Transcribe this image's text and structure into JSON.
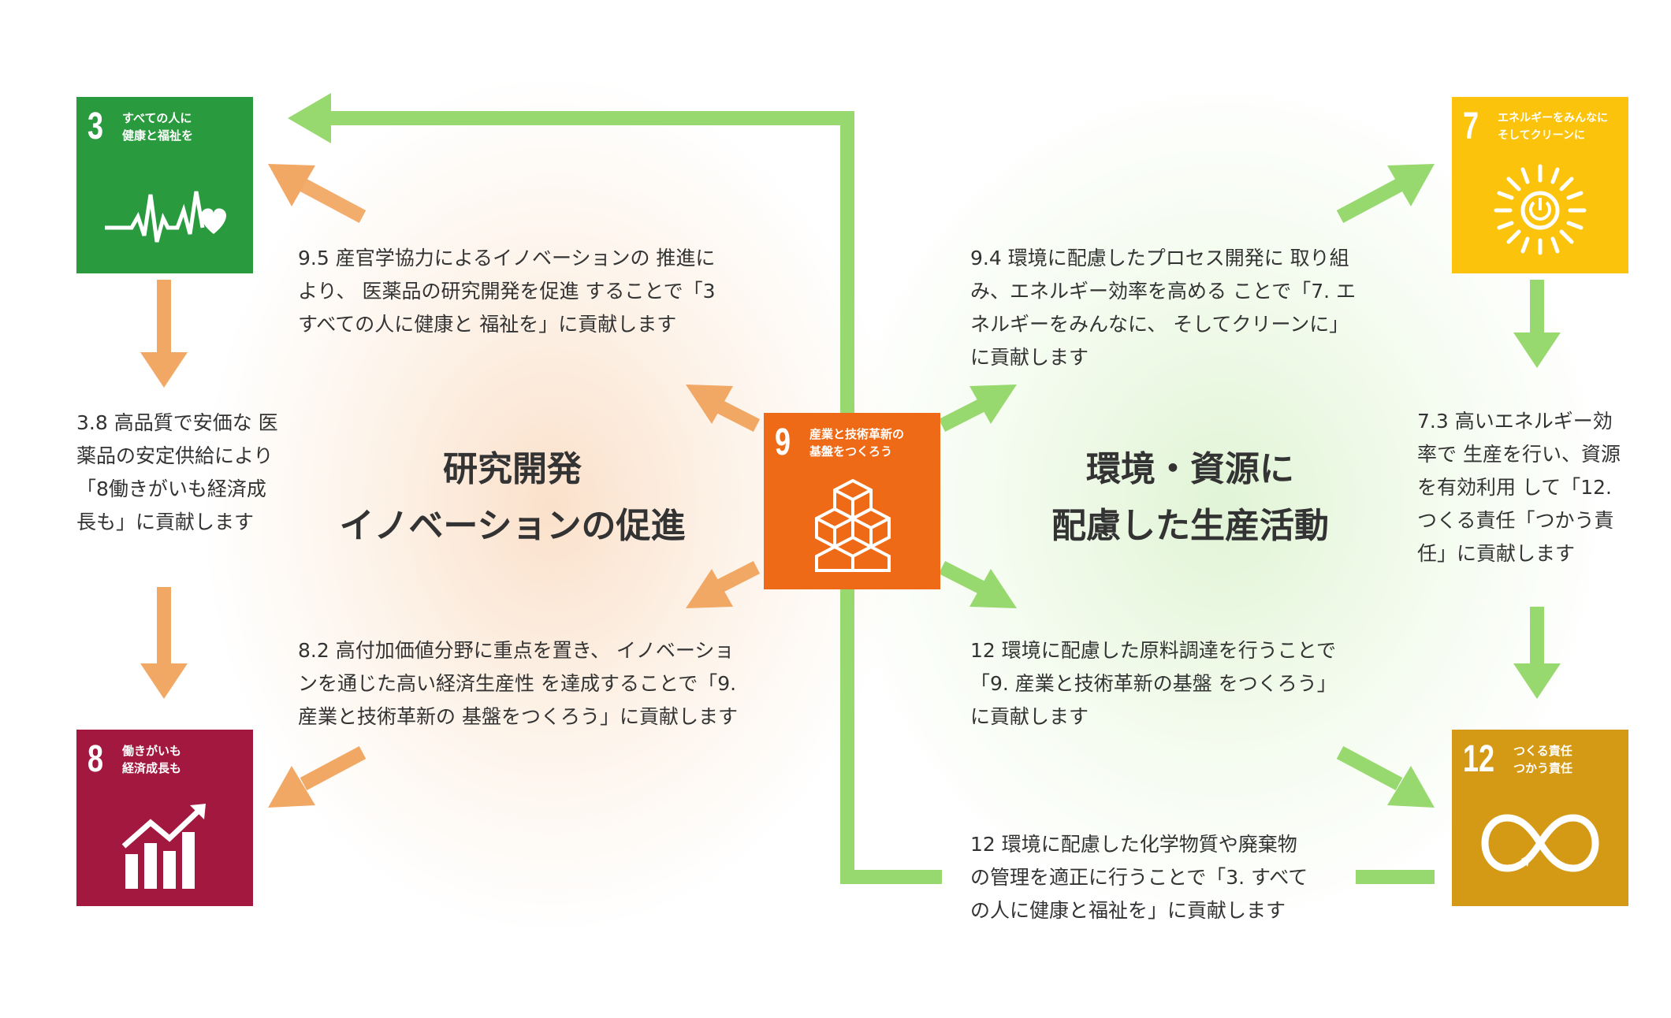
{
  "goals": {
    "g3": {
      "number": "3",
      "title": "すべての人に\n健康と福祉を",
      "color": "#2a9a3f",
      "icon": "heartbeat-icon"
    },
    "g7": {
      "number": "7",
      "title": "エネルギーをみんなに\nそしてクリーンに",
      "color": "#fbc30b",
      "icon": "power-sun-icon"
    },
    "g8": {
      "number": "8",
      "title": "働きがいも\n経済成長も",
      "color": "#a2183e",
      "icon": "growth-chart-icon"
    },
    "g9": {
      "number": "9",
      "title": "産業と技術革新の\n基盤をつくろう",
      "color": "#ef6a16",
      "icon": "cubes-icon"
    },
    "g12": {
      "number": "12",
      "title": "つくる責任\nつかう責任",
      "color": "#d49a15",
      "icon": "infinity-icon"
    }
  },
  "themes": {
    "left": "研究開発\nイノベーションの促進",
    "right": "環境・資源に\n配慮した生産活動"
  },
  "descriptions": {
    "t95": "9.5 産官学協力によるイノベーションの 推進に\nより、 医薬品の研究開発を促進 することで「3\nすべての人に健康と 福祉を」に貢献します",
    "t38": "3.8 高品質で安価な 医\n薬品の安定供給により\n「8働きがいも経済成\n長も」に貢献します",
    "t82": "8.2 高付加価値分野に重点を置き、 イノベーショ\nンを通じた高い経済生産性 を達成することで「9.\n産業と技術革新の 基盤をつくろう」に貢献します",
    "t94": "9.4 環境に配慮したプロセス開発に 取り組\nみ、エネルギー効率を高める ことで「7. エ\nネルギーをみんなに、 そしてクリーンに」\nに貢献します",
    "t73": "7.3 高いエネルギー効\n率で 生産を行い、資源\nを有効利用 して「12.\nつくる責任「つかう責\n任」に貢献します",
    "t12a": "12 環境に配慮した原料調達を行うことで\n「9. 産業と技術革新の基盤 をつくろう」\nに貢献します",
    "t12b": "12 環境に配慮した化学物質や廃棄物\nの管理を適正に行うことで「3. すべて\nの人に健康と福祉を」に貢献します"
  },
  "colors": {
    "orange_arrow": "#f2a865",
    "green_arrow": "#98d96f"
  }
}
